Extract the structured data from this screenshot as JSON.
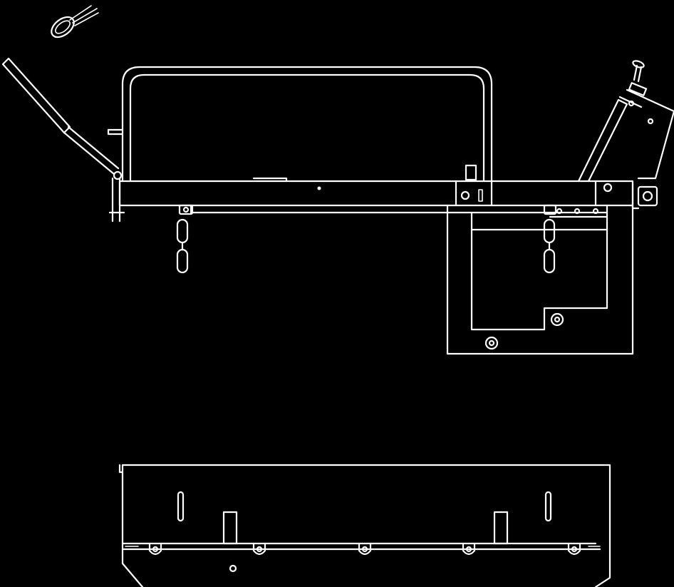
{
  "figure": {
    "background": "#000000",
    "line_color": "#ffffff",
    "labels": []
  },
  "parts": {
    "top_view": {
      "cable_loop": "cable-loop-icon",
      "guard_rail": "guard-rail",
      "crossbeam": "crossbeam",
      "left_flap": "hinged-flap",
      "right_clamp": "clamp-assembly",
      "hanging_chains": 2,
      "mount_box": "mounting-box"
    },
    "front_view": {
      "plate": "base-plate",
      "slots": 2,
      "tabs": 2,
      "bolts": 5,
      "center_hole": 1
    }
  }
}
